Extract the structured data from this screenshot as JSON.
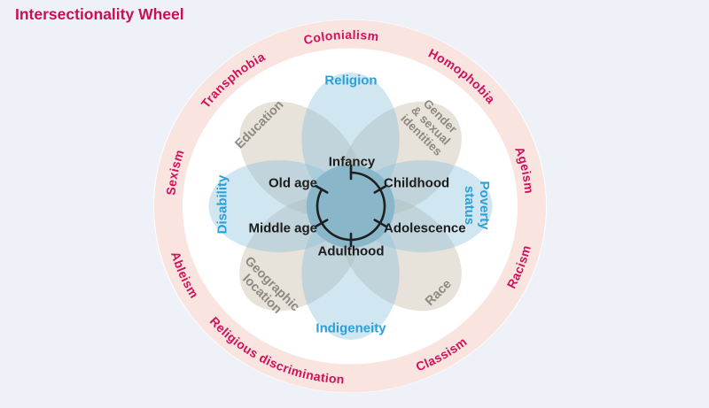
{
  "title": "Intersectionality Wheel",
  "ring": {
    "colonialism": "Colonialism",
    "homophobia": "Homophobia",
    "ageism": "Ageism",
    "racism": "Racism",
    "classism": "Classism",
    "religious_discrimination": "Religious discrimination",
    "ableism": "Ableism",
    "sexism": "Sexism",
    "transphobia": "Transphobia"
  },
  "petals": {
    "religion": "Religion",
    "gender": "Gender\n& sexual\nidentities",
    "poverty": "Poverty\nstatus",
    "race": "Race",
    "indigeneity": "Indigeneity",
    "geographic": "Geographic\nlocation",
    "disability": "Disability",
    "education": "Education"
  },
  "life_stages": {
    "infancy": "Infancy",
    "childhood": "Childhood",
    "adolescence": "Adolescence",
    "adulthood": "Adulthood",
    "middle_age": "Middle age",
    "old_age": "Old age"
  },
  "colors": {
    "crimson_text": "#d0125a",
    "ring_band": "#f9e4e0",
    "blue_label": "#2d9fd6",
    "gray_label": "#8d8a82",
    "petal_blue": "#89c0dd",
    "petal_tan": "#c0b39e",
    "center_disk": "#8ab6ca",
    "background": "#eef2f8"
  }
}
